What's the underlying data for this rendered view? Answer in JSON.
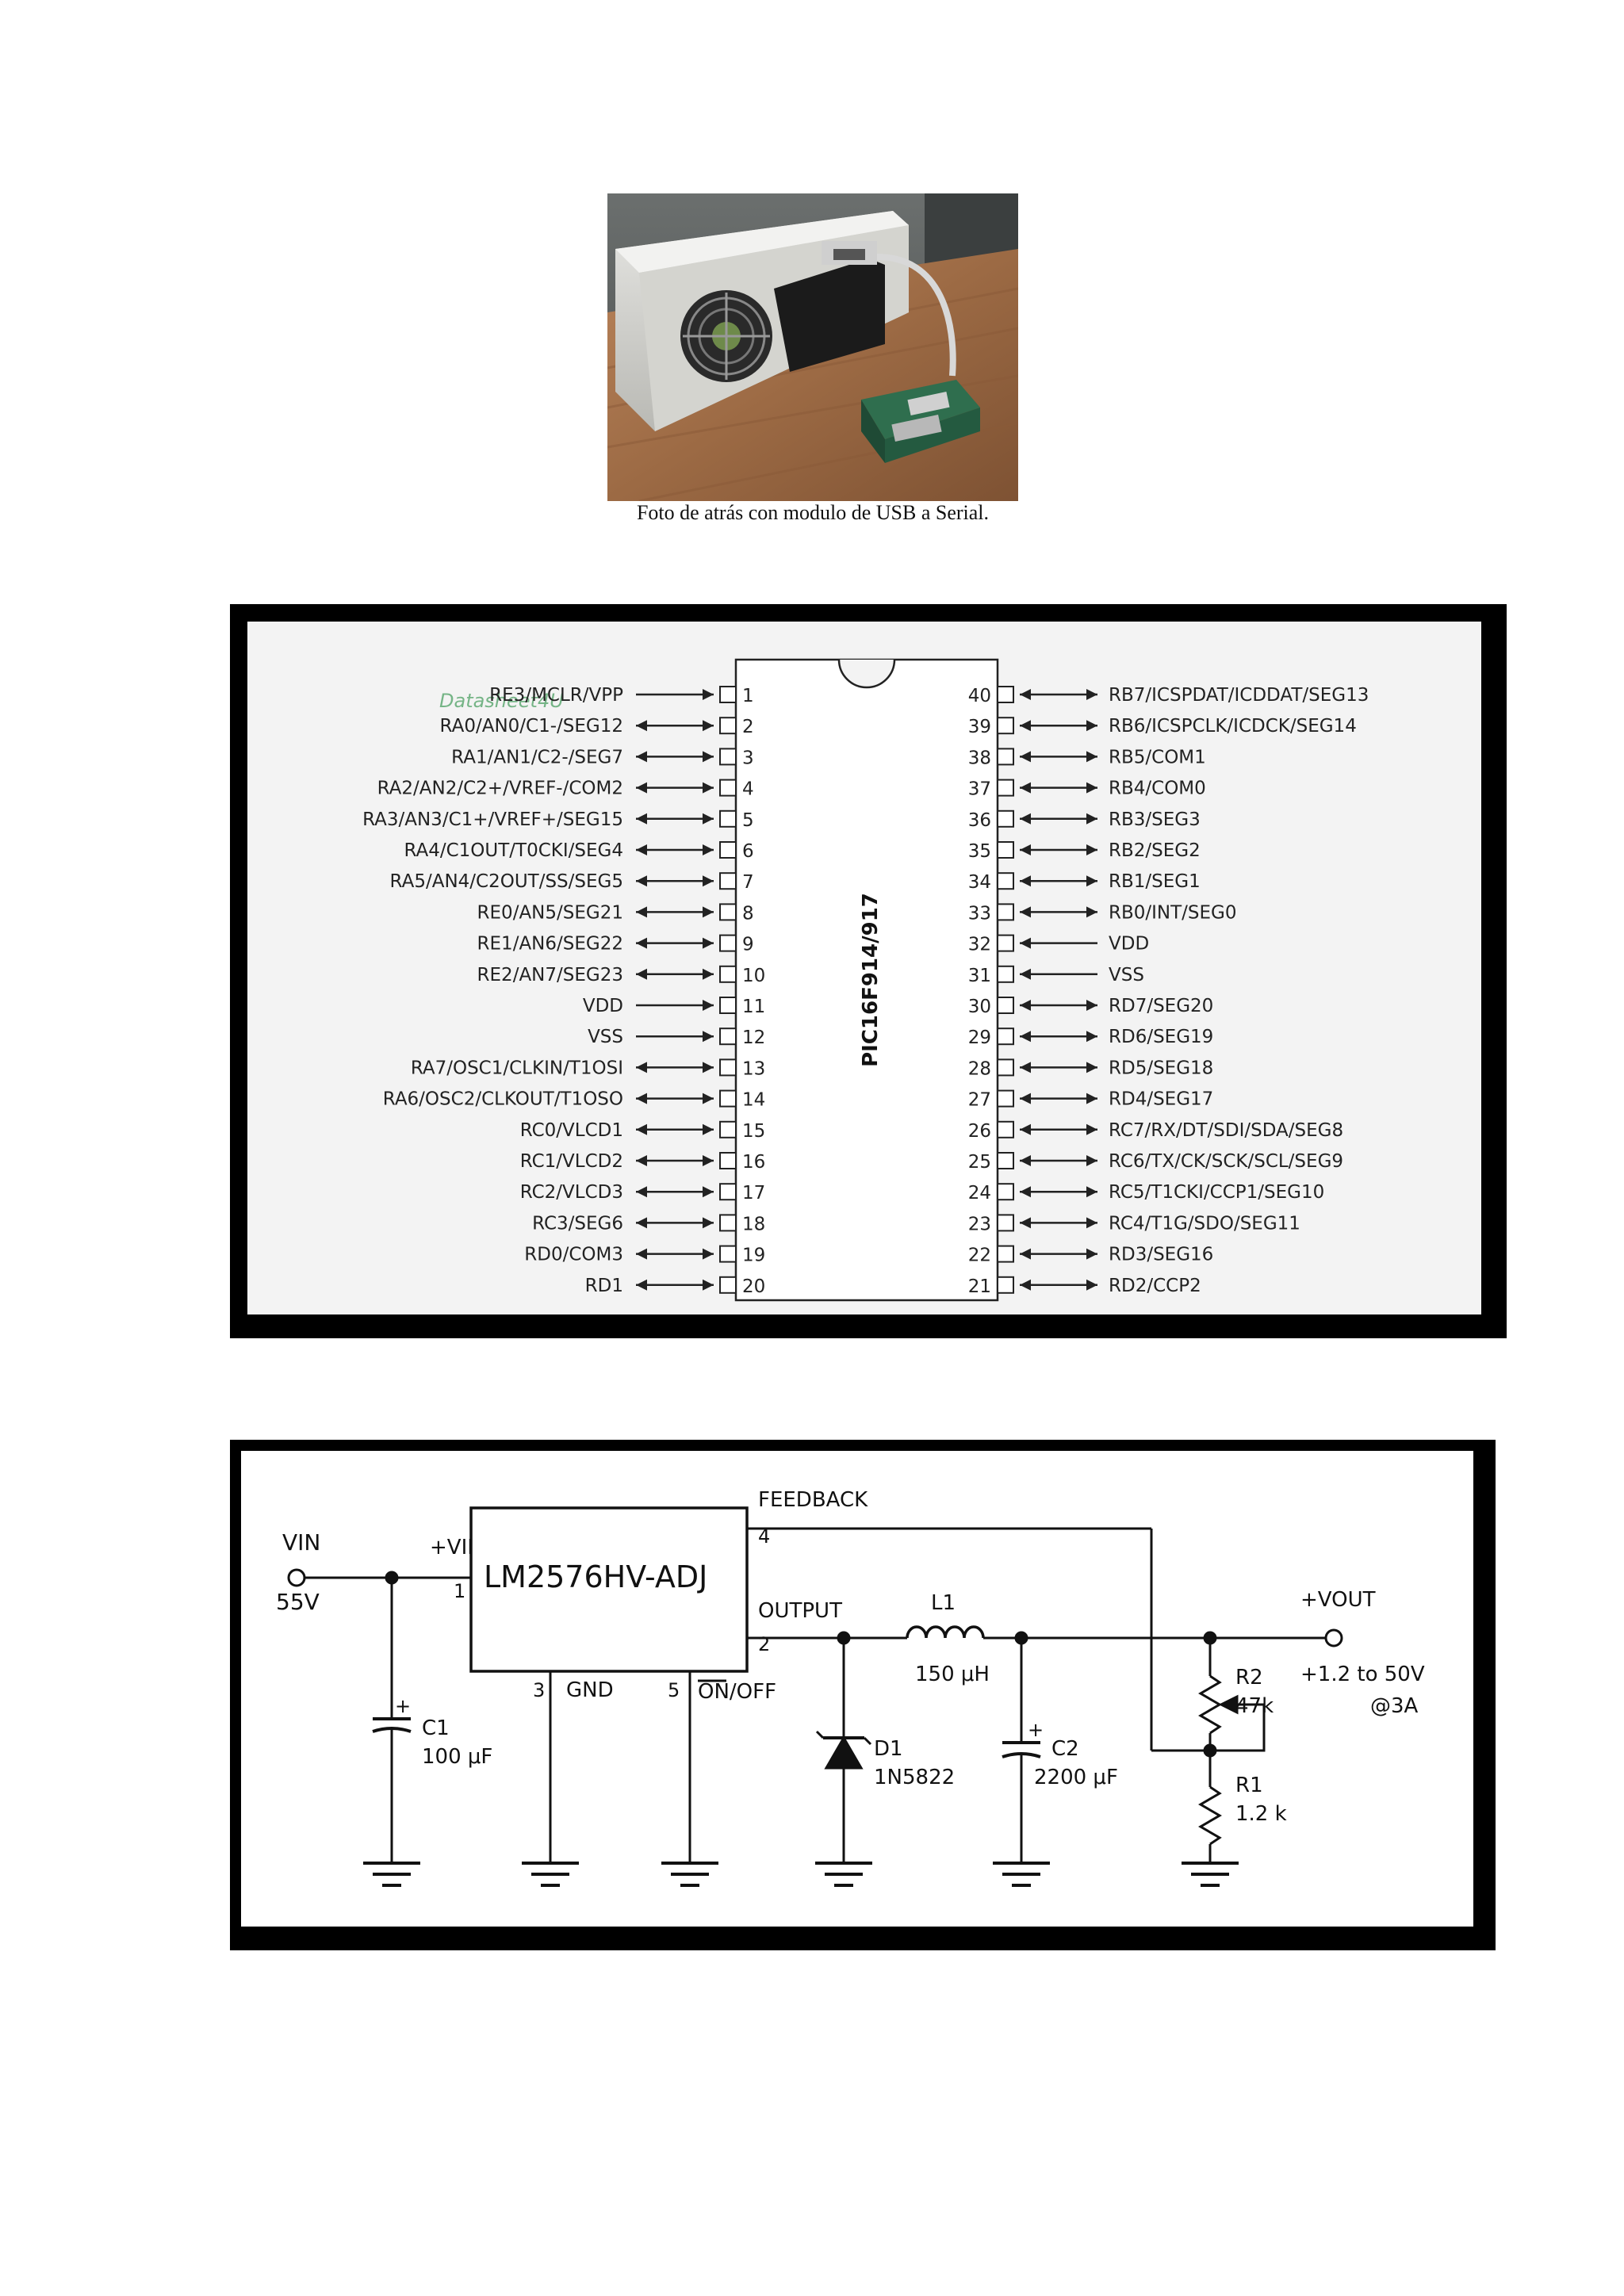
{
  "photo": {
    "caption": "Foto de atrás con modulo de USB a Serial."
  },
  "pic_diagram": {
    "chip_label": "PIC16F914/917",
    "watermark": "Datasheet4U",
    "left_pins": [
      {
        "num": "1",
        "label": "RE3/MCLR/VPP",
        "dir": "in"
      },
      {
        "num": "2",
        "label": "RA0/AN0/C1-/SEG12",
        "dir": "bi"
      },
      {
        "num": "3",
        "label": "RA1/AN1/C2-/SEG7",
        "dir": "bi"
      },
      {
        "num": "4",
        "label": "RA2/AN2/C2+/VREF-/COM2",
        "dir": "bi"
      },
      {
        "num": "5",
        "label": "RA3/AN3/C1+/VREF+/SEG15",
        "dir": "bi"
      },
      {
        "num": "6",
        "label": "RA4/C1OUT/T0CKI/SEG4",
        "dir": "bi"
      },
      {
        "num": "7",
        "label": "RA5/AN4/C2OUT/SS/SEG5",
        "dir": "bi"
      },
      {
        "num": "8",
        "label": "RE0/AN5/SEG21",
        "dir": "bi"
      },
      {
        "num": "9",
        "label": "RE1/AN6/SEG22",
        "dir": "bi"
      },
      {
        "num": "10",
        "label": "RE2/AN7/SEG23",
        "dir": "bi"
      },
      {
        "num": "11",
        "label": "VDD",
        "dir": "in"
      },
      {
        "num": "12",
        "label": "VSS",
        "dir": "in"
      },
      {
        "num": "13",
        "label": "RA7/OSC1/CLKIN/T1OSI",
        "dir": "bi"
      },
      {
        "num": "14",
        "label": "RA6/OSC2/CLKOUT/T1OSO",
        "dir": "bi"
      },
      {
        "num": "15",
        "label": "RC0/VLCD1",
        "dir": "bi"
      },
      {
        "num": "16",
        "label": "RC1/VLCD2",
        "dir": "bi"
      },
      {
        "num": "17",
        "label": "RC2/VLCD3",
        "dir": "bi"
      },
      {
        "num": "18",
        "label": "RC3/SEG6",
        "dir": "bi"
      },
      {
        "num": "19",
        "label": "RD0/COM3",
        "dir": "bi"
      },
      {
        "num": "20",
        "label": "RD1",
        "dir": "bi"
      }
    ],
    "right_pins": [
      {
        "num": "40",
        "label": "RB7/ICSPDAT/ICDDAT/SEG13",
        "dir": "bi"
      },
      {
        "num": "39",
        "label": "RB6/ICSPCLK/ICDCK/SEG14",
        "dir": "bi"
      },
      {
        "num": "38",
        "label": "RB5/COM1",
        "dir": "bi"
      },
      {
        "num": "37",
        "label": "RB4/COM0",
        "dir": "bi"
      },
      {
        "num": "36",
        "label": "RB3/SEG3",
        "dir": "bi"
      },
      {
        "num": "35",
        "label": "RB2/SEG2",
        "dir": "bi"
      },
      {
        "num": "34",
        "label": "RB1/SEG1",
        "dir": "bi"
      },
      {
        "num": "33",
        "label": "RB0/INT/SEG0",
        "dir": "bi"
      },
      {
        "num": "32",
        "label": "VDD",
        "dir": "in"
      },
      {
        "num": "31",
        "label": "VSS",
        "dir": "in"
      },
      {
        "num": "30",
        "label": "RD7/SEG20",
        "dir": "bi"
      },
      {
        "num": "29",
        "label": "RD6/SEG19",
        "dir": "bi"
      },
      {
        "num": "28",
        "label": "RD5/SEG18",
        "dir": "bi"
      },
      {
        "num": "27",
        "label": "RD4/SEG17",
        "dir": "bi"
      },
      {
        "num": "26",
        "label": "RC7/RX/DT/SDI/SDA/SEG8",
        "dir": "bi"
      },
      {
        "num": "25",
        "label": "RC6/TX/CK/SCK/SCL/SEG9",
        "dir": "bi"
      },
      {
        "num": "24",
        "label": "RC5/T1CKI/CCP1/SEG10",
        "dir": "bi"
      },
      {
        "num": "23",
        "label": "RC4/T1G/SDO/SEG11",
        "dir": "bi"
      },
      {
        "num": "22",
        "label": "RD3/SEG16",
        "dir": "bi"
      },
      {
        "num": "21",
        "label": "RD2/CCP2",
        "dir": "bi"
      }
    ]
  },
  "regulator": {
    "vin_label": "VIN",
    "vin_value": "55V",
    "pin_vin_label": "+VIN",
    "chip_name": "LM2576HV-ADJ",
    "feedback_label": "FEEDBACK",
    "output_label": "OUTPUT",
    "gnd_label": "GND",
    "onoff_label": "ON/OFF",
    "pin1": "1",
    "pin2": "2",
    "pin3": "3",
    "pin4": "4",
    "pin5": "5",
    "c1_name": "C1",
    "c1_value": "100 μF",
    "d1_name": "D1",
    "d1_value": "1N5822",
    "l1_name": "L1",
    "l1_value": "150 μH",
    "c2_name": "C2",
    "c2_value": "2200 μF",
    "r2_name": "R2",
    "r2_value": "47k",
    "r1_name": "R1",
    "r1_value": "1.2 k",
    "vout_label": "+VOUT",
    "vout_range": "+1.2 to 50V",
    "vout_current": "@3A",
    "plus_sign": "+"
  }
}
